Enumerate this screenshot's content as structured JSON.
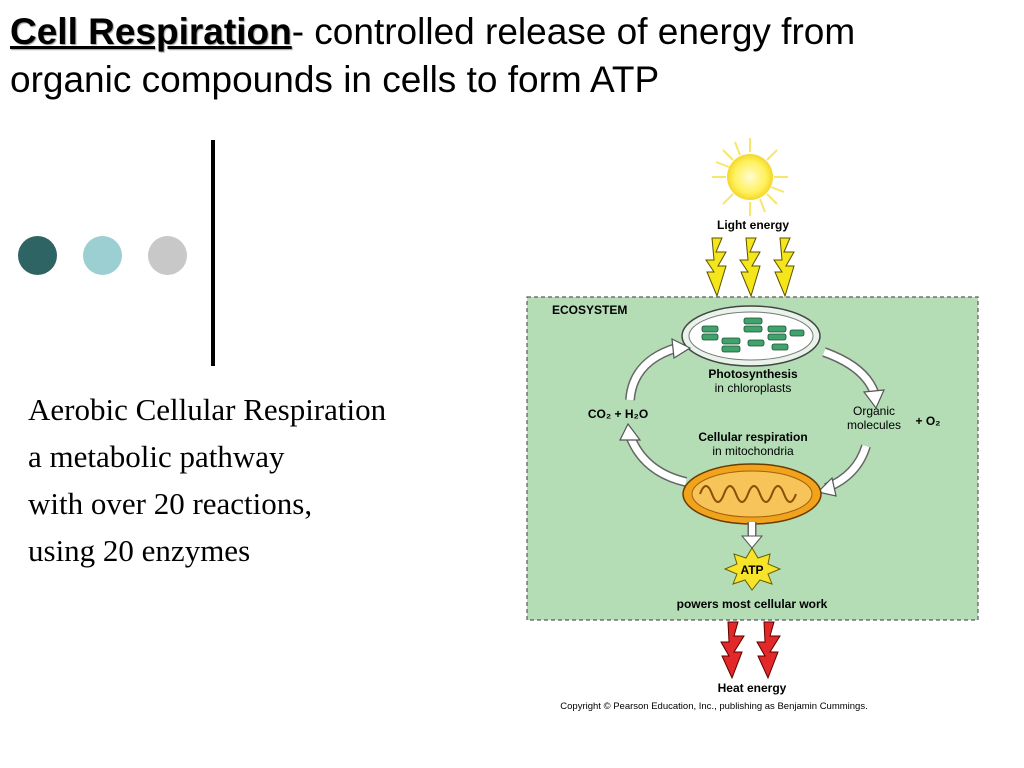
{
  "slide": {
    "title_term": "Cell Respiration",
    "title_rest": "- controlled release of energy from organic compounds in cells to form ATP",
    "body_lines": [
      "Aerobic Cellular Respiration",
      "a metabolic pathway",
      "with over 20 reactions,",
      "using 20 enzymes"
    ]
  },
  "diagram": {
    "light_energy": "Light energy",
    "ecosystem": "ECOSYSTEM",
    "photosynthesis": "Photosynthesis",
    "photosynthesis_loc": "in chloroplasts",
    "co2_h2o": "CO₂ + H₂O",
    "organic_line1": "Organic",
    "organic_line2": "molecules",
    "o2": "+ O₂",
    "cellular_respiration": "Cellular respiration",
    "cellular_respiration_loc": "in mitochondria",
    "atp": "ATP",
    "powers": "powers most cellular work",
    "heat_energy": "Heat energy",
    "copyright": "Copyright © Pearson Education, Inc., publishing as Benjamin Cummings."
  },
  "colors": {
    "ecosystem_fill": "#b4ddb6",
    "sun": "#fff15a",
    "lightning": "#f5e51b",
    "heat": "#e22828",
    "mitochondrion": "#f1a31c",
    "chloroplast": "#3fa36b",
    "dot_dark": "#2f6465",
    "dot_light": "#9ccfd2",
    "dot_gray": "#c8c8c8"
  }
}
